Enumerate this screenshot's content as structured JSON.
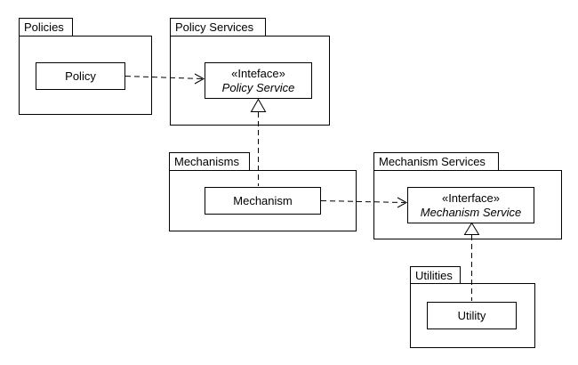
{
  "diagram": {
    "kind": "uml-package-diagram",
    "background_color": "#ffffff",
    "line_color": "#000000",
    "packages": {
      "policies": {
        "label": "Policies"
      },
      "policy_services": {
        "label": "Policy Services"
      },
      "mechanisms": {
        "label": "Mechanisms"
      },
      "mechanism_services": {
        "label": "Mechanism Services"
      },
      "utilities": {
        "label": "Utilities"
      }
    },
    "classes": {
      "policy": {
        "label": "Policy",
        "package": "Policies"
      },
      "policy_service": {
        "stereotype": "«Inteface»",
        "label": "Policy Service",
        "package": "Policy Services"
      },
      "mechanism": {
        "label": "Mechanism",
        "package": "Mechanisms"
      },
      "mechanism_service": {
        "stereotype": "«Interface»",
        "label": "Mechanism Service",
        "package": "Mechanism Services"
      },
      "utility": {
        "label": "Utility",
        "package": "Utilities"
      }
    },
    "relationships": [
      {
        "type": "dependency",
        "from": "Policy",
        "to": "Policy Service",
        "line": "dashed",
        "head": "open-arrow"
      },
      {
        "type": "realization",
        "from": "Mechanism",
        "to": "Policy Service",
        "line": "dashed",
        "head": "hollow-triangle"
      },
      {
        "type": "dependency",
        "from": "Mechanism",
        "to": "Mechanism Service",
        "line": "dashed",
        "head": "open-arrow"
      },
      {
        "type": "realization",
        "from": "Utility",
        "to": "Mechanism Service",
        "line": "dashed",
        "head": "hollow-triangle"
      }
    ]
  }
}
